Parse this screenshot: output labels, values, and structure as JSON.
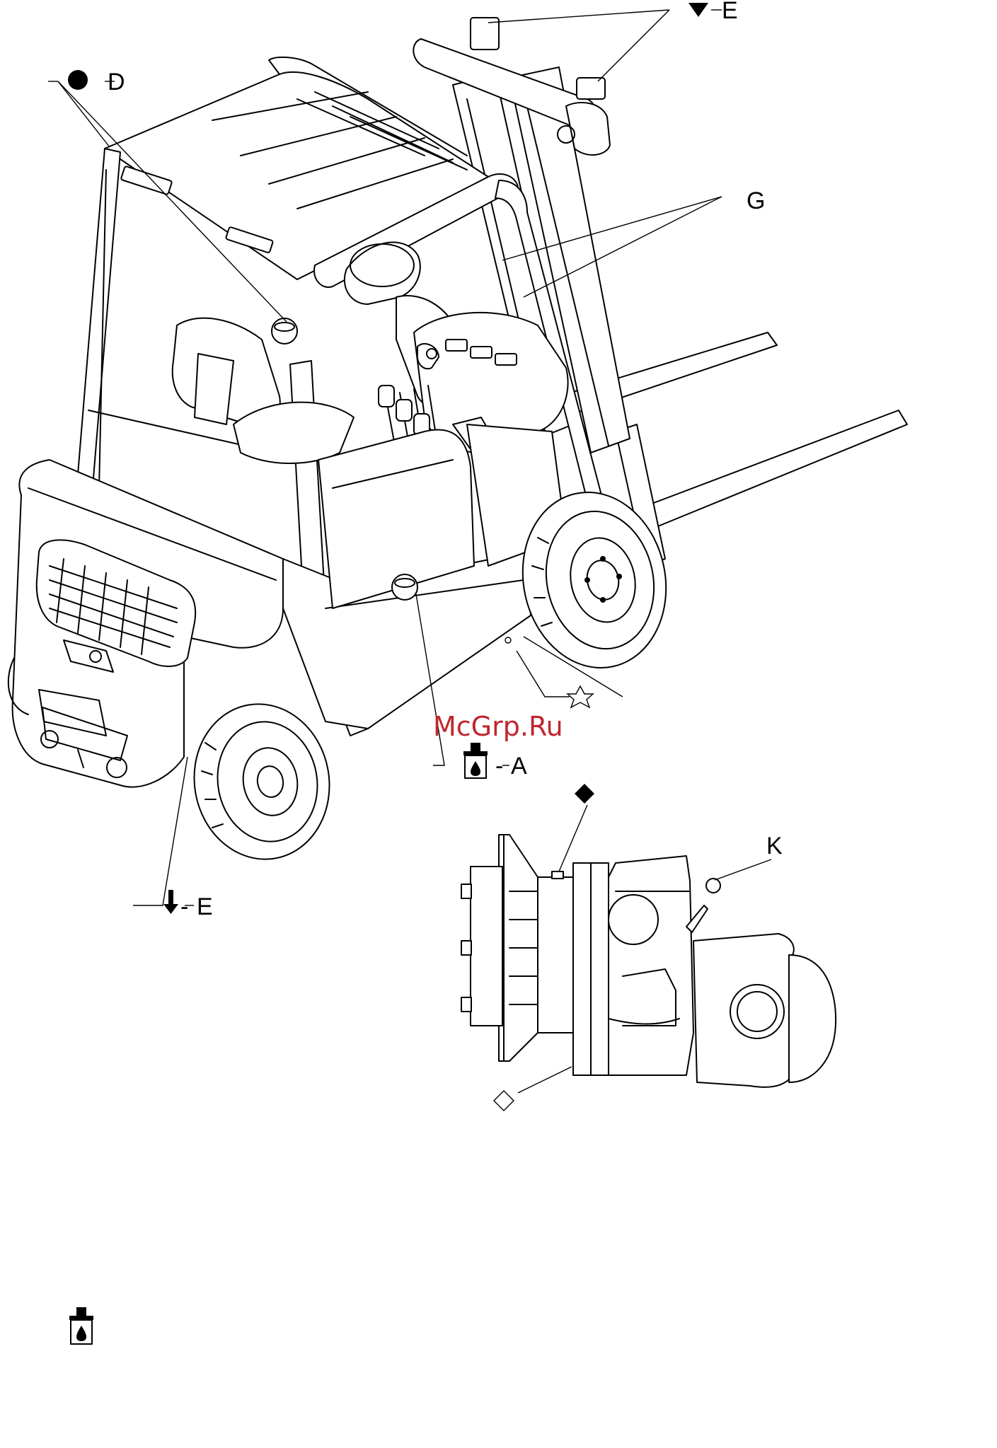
{
  "callouts": {
    "e_top": "E",
    "d": "D",
    "g": "G",
    "a": "A",
    "e_bottom": "E",
    "k": "K",
    "dash": "-"
  },
  "watermark": "McGrp.Ru",
  "icons": {
    "e_top": "down-triangle-icon",
    "d": "filled-circle-icon",
    "star": "star-outline-icon",
    "a": "oil-can-icon",
    "e_bottom": "down-arrow-icon",
    "diamond_filled": "filled-diamond-icon",
    "diamond_outline": "outline-diamond-icon",
    "k": "open-circle-icon",
    "legend": "oil-can-icon"
  },
  "colors": {
    "line": "#000000",
    "background": "#ffffff",
    "watermark": "#c0262d"
  }
}
